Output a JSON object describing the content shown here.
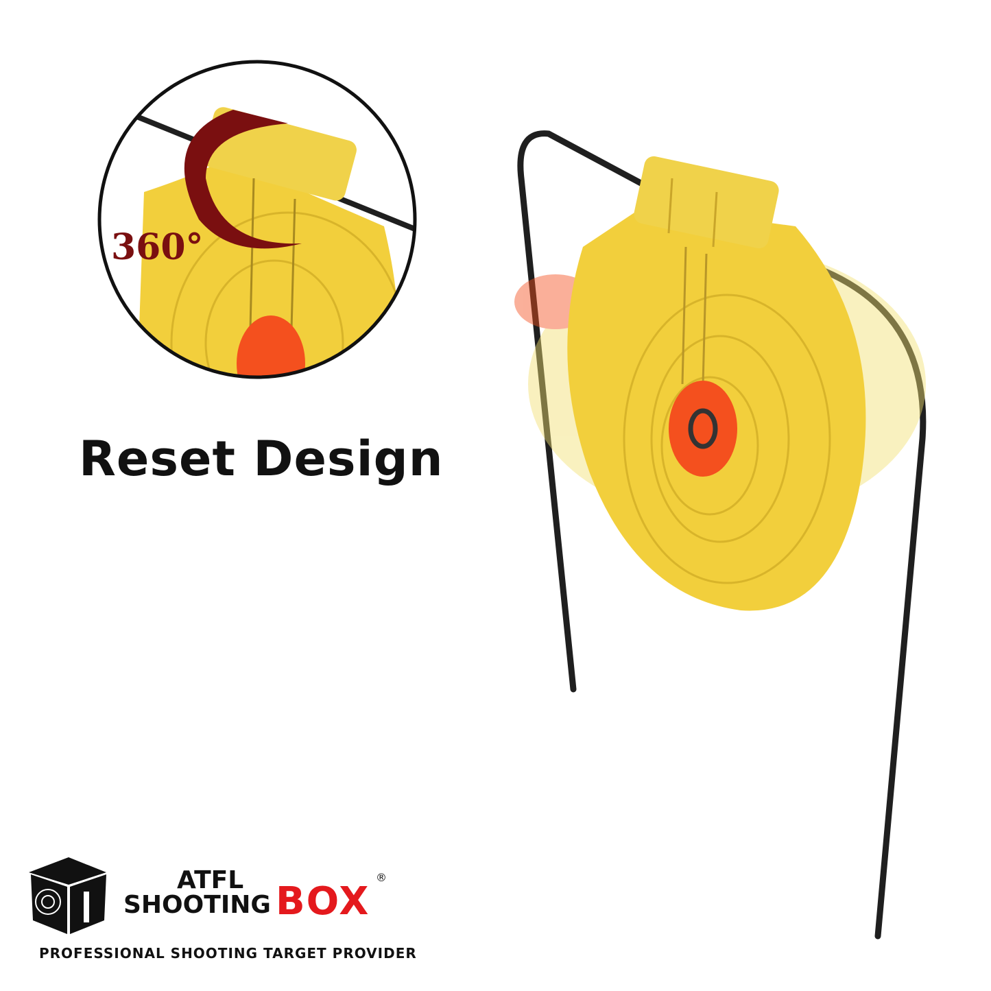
{
  "headline": "Reset Design",
  "callout": {
    "rotation_label": "360°",
    "arrow_color": "#7a0f10"
  },
  "brand": {
    "line1": "ATFL",
    "line2": "SHOOTING",
    "box": "BOX",
    "registered": "®",
    "tagline": "PROFESSIONAL SHOOTING TARGET PROVIDER",
    "accent_color": "#e4191d"
  },
  "colors": {
    "target_yellow": "#f2cf3c",
    "bullseye_orange": "#f4501e",
    "wire": "#1f1f1f"
  }
}
